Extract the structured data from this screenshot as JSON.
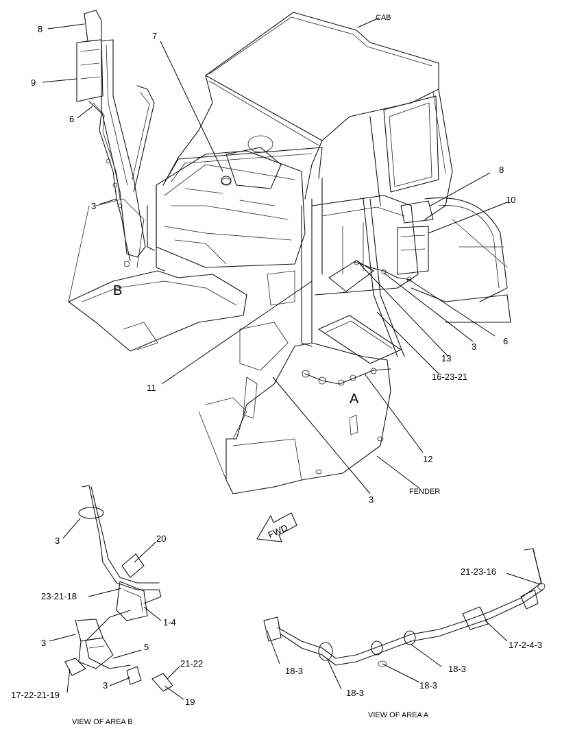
{
  "labels": {
    "cab": "CAB",
    "fender": "FENDER",
    "fwd": "FWD",
    "area_a": "A",
    "area_b": "B",
    "view_a": "VIEW OF AREA A",
    "view_b": "VIEW OF AREA B",
    "n8a": "8",
    "n9": "9",
    "n6a": "6",
    "n3a": "3",
    "n7": "7",
    "n8b": "8",
    "n10": "10",
    "n6b": "6",
    "n3b": "3",
    "n13": "13",
    "n16_23_21": "16-23-21",
    "n11": "11",
    "n12": "12",
    "n3c": "3",
    "n3d": "3",
    "n20": "20",
    "n23_21_18": "23-21-18",
    "n1_4": "1-4",
    "n3e": "3",
    "n5": "5",
    "n3f": "3",
    "n21_22": "21-22",
    "n17_22_21_19": "17-22-21-19",
    "n19": "19",
    "n21_23_16": "21-23-16",
    "n17_2_4_3": "17-2-4-3",
    "n18_3a": "18-3",
    "n18_3b": "18-3",
    "n18_3c": "18-3",
    "n18_3d": "18-3"
  }
}
